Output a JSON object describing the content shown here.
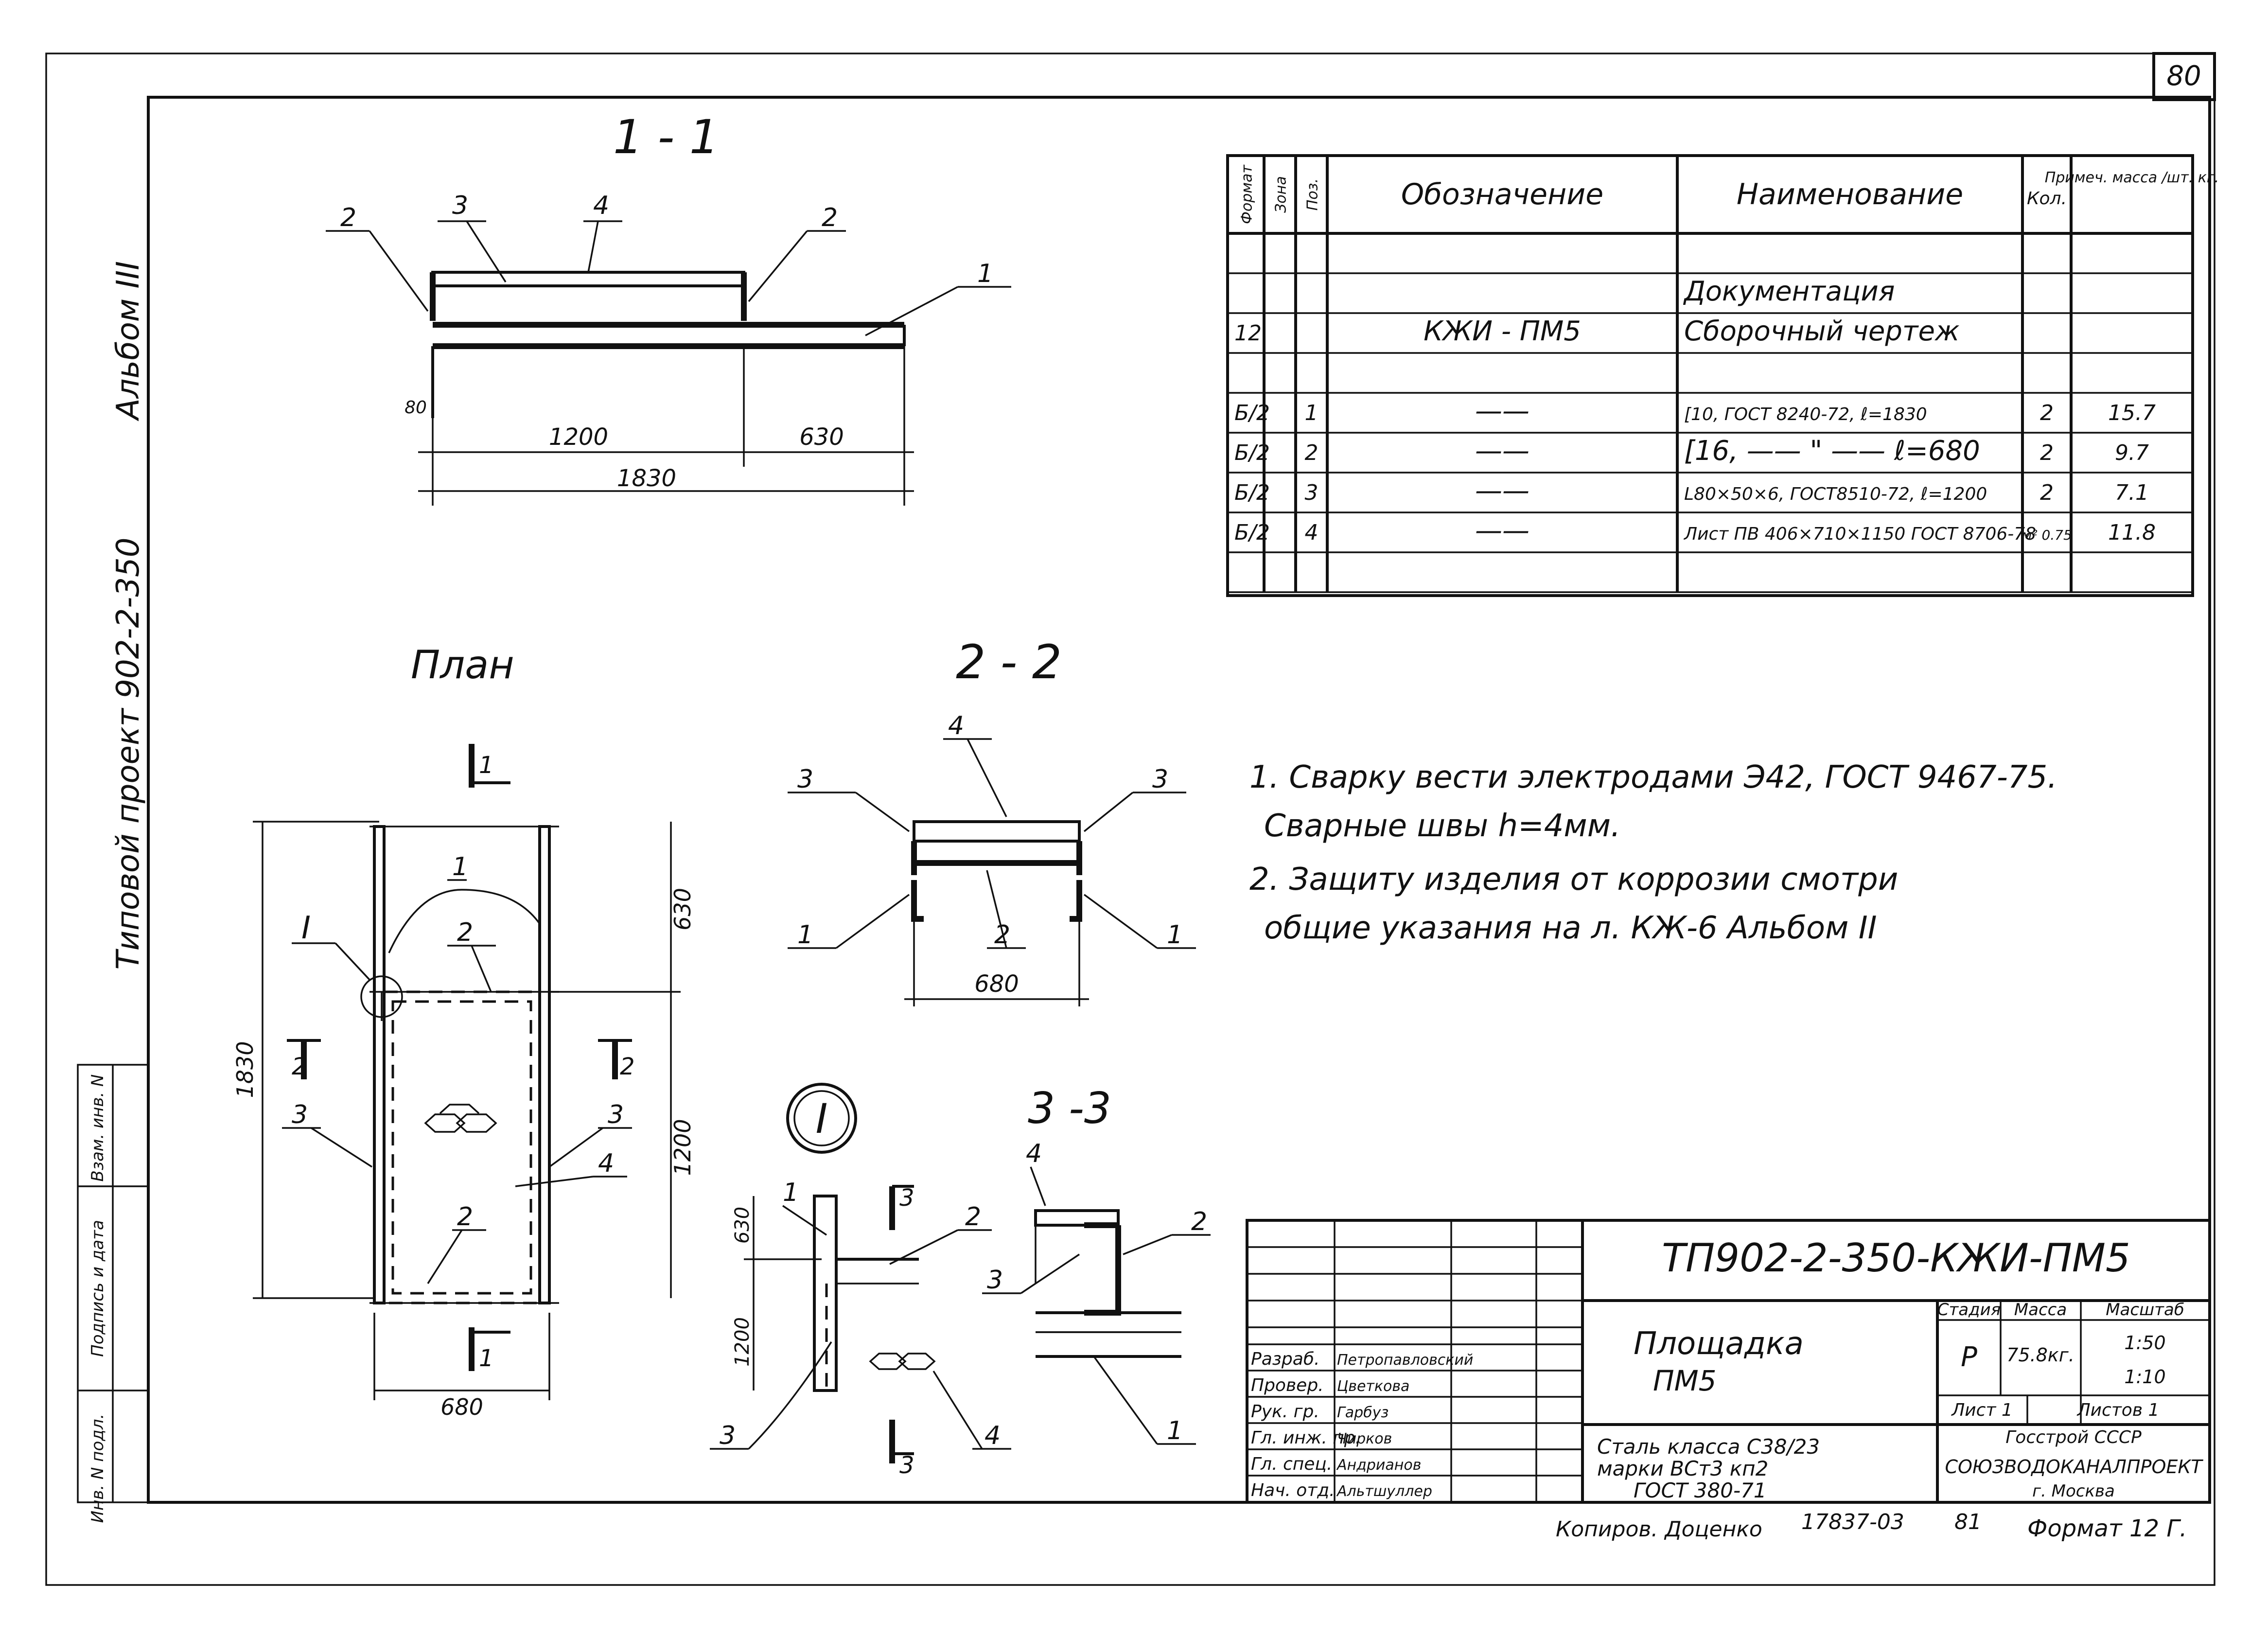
{
  "sheet": {
    "number": "80",
    "album": "Альбом III",
    "project": "Типовой проект 902-2-350",
    "side_labels": [
      "Инв. N подл.",
      "Подпись и дата",
      "Взам. инв. N"
    ]
  },
  "section11": {
    "title": "1 - 1",
    "dims": [
      "1200",
      "630",
      "1830",
      "80"
    ],
    "callouts": [
      "2",
      "3",
      "4",
      "2",
      "1"
    ]
  },
  "plan": {
    "title": "План",
    "cut_marks": [
      "1",
      "2",
      "2",
      "1"
    ],
    "node_mark": "I",
    "dims": [
      "630",
      "1200",
      "1830",
      "680"
    ],
    "callouts": [
      "1",
      "2",
      "3",
      "3",
      "4",
      "2"
    ]
  },
  "section22": {
    "title": "2 - 2",
    "dim": "680",
    "callouts": [
      "4",
      "3",
      "3",
      "1",
      "2",
      "1"
    ]
  },
  "nodeI": {
    "title": "I",
    "dims": [
      "630",
      "1200"
    ],
    "cut_marks": [
      "3",
      "3"
    ],
    "callouts": [
      "1",
      "2",
      "3",
      "4"
    ]
  },
  "section33": {
    "title": "3 -3",
    "callouts": [
      "4",
      "2",
      "3",
      "1"
    ]
  },
  "spec": {
    "headers": [
      "Формат",
      "Зона",
      "Поз.",
      "Обозначение",
      "Наименование",
      "Кол.",
      "Примеч. масса /шт. кг."
    ],
    "rows": [
      {
        "fmt": "",
        "zone": "",
        "pos": "",
        "des": "",
        "name": "",
        "qty": "",
        "note": ""
      },
      {
        "fmt": "",
        "zone": "",
        "pos": "",
        "des": "",
        "name": "Документация",
        "qty": "",
        "note": ""
      },
      {
        "fmt": "12",
        "zone": "",
        "pos": "",
        "des": "КЖИ - ПМ5",
        "name": "Сборочный чертеж",
        "qty": "",
        "note": ""
      },
      {
        "fmt": "",
        "zone": "",
        "pos": "",
        "des": "",
        "name": "",
        "qty": "",
        "note": ""
      },
      {
        "fmt": "Б/2",
        "zone": "",
        "pos": "1",
        "des": "——",
        "name": "[10, ГОСТ 8240-72, ℓ=1830",
        "qty": "2",
        "note": "15.7"
      },
      {
        "fmt": "Б/2",
        "zone": "",
        "pos": "2",
        "des": "——",
        "name": "[16, —— \" —— ℓ=680",
        "qty": "2",
        "note": "9.7"
      },
      {
        "fmt": "Б/2",
        "zone": "",
        "pos": "3",
        "des": "——",
        "name": "L80×50×6, ГОСТ8510-72, ℓ=1200",
        "qty": "2",
        "note": "7.1"
      },
      {
        "fmt": "Б/2",
        "zone": "",
        "pos": "4",
        "des": "——",
        "name": "Лист ПВ 406×710×1150 ГОСТ 8706-78",
        "qty": "м² 0.75",
        "note": "11.8"
      },
      {
        "fmt": "",
        "zone": "",
        "pos": "",
        "des": "",
        "name": "",
        "qty": "",
        "note": ""
      }
    ]
  },
  "notes": [
    "1. Сварку вести электродами Э42, ГОСТ 9467-75.",
    "Сварные швы h=4мм.",
    "2. Защиту изделия от коррозии смотри",
    "общие указания на л. КЖ-6 Альбом II"
  ],
  "stamp": {
    "code": "ТП902-2-350-КЖИ-ПМ5",
    "title": "Площадка",
    "title2": "ПМ5",
    "stage_hdr": "Стадия",
    "mass_hdr": "Масса",
    "scale_hdr": "Масштаб",
    "stage": "Р",
    "mass": "75.8кг.",
    "scale1": "1:50",
    "scale2": "1:10",
    "sheet_lbl": "Лист 1",
    "sheets_lbl": "Листов 1",
    "material": [
      "Сталь класса С38/23",
      "марки ВСт3 кп2",
      "ГОСТ 380-71"
    ],
    "org": [
      "Госстрой СССР",
      "СОЮЗВОДОКАНАЛПРОЕКТ",
      "г. Москва"
    ],
    "roles": [
      "Разраб.",
      "Провер.",
      "Рук. гр.",
      "Гл. инж. пр.",
      "Гл. спец.",
      "Нач. отд."
    ],
    "names": [
      "Петропавловский",
      "Цветкова",
      "Гарбуз",
      "Чирков",
      "Андрианов",
      "Альтшуллер"
    ]
  },
  "footer": {
    "copied": "Копиров. Доценко",
    "inv": "17837-03",
    "n": "81",
    "format": "Формат 12 Г."
  }
}
